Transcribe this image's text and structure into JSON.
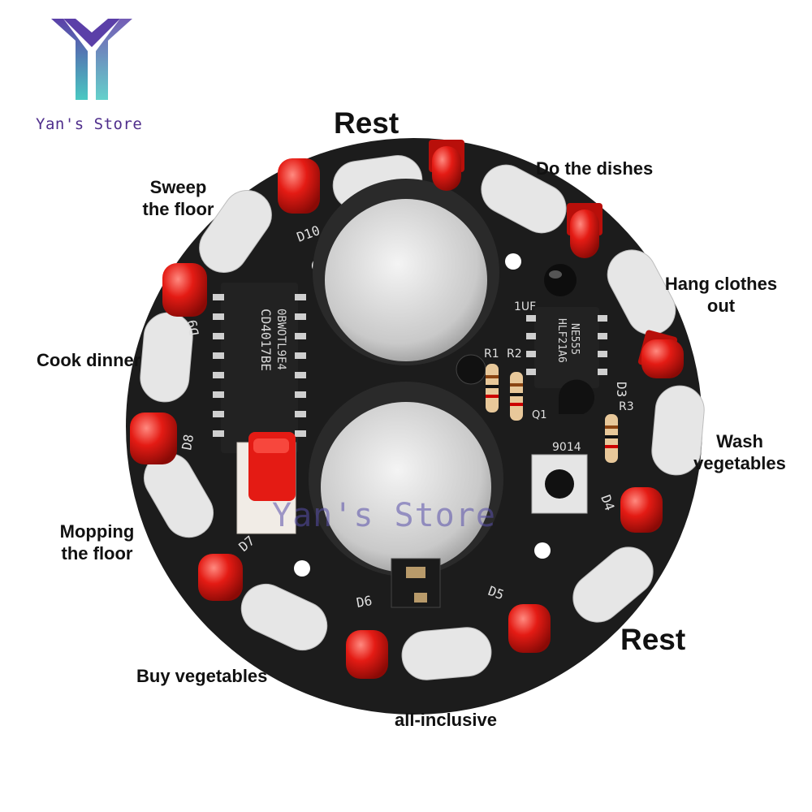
{
  "brand": {
    "store_name": "Yan's Store",
    "logo_icon": "y-shaped-logo-icon",
    "colors": {
      "logo_purple": "#5b3fa8",
      "logo_teal": "#49c9c2"
    }
  },
  "board": {
    "chip_1_marking": [
      "0BWOTL9E4",
      "CD4017BE"
    ],
    "chip_2_marking": [
      "NE555",
      "HLF21A6"
    ],
    "capacitor_label": "1UF",
    "transistor_label": "9014",
    "resistor_labels": [
      "R1",
      "R2",
      "R3",
      "Q1"
    ],
    "led_labels": [
      "D4",
      "D5",
      "D6",
      "D7",
      "D8",
      "D9",
      "D10",
      "D3"
    ],
    "led_color": "#e41b14",
    "pcb_color": "#1c1c1c"
  },
  "labels": {
    "rest_top": "Rest",
    "do_the_dishes": "Do the dishes",
    "hang_clothes_line1": "Hang clothes",
    "hang_clothes_line2": "out",
    "wash_vegetables_line1": "Wash",
    "wash_vegetables_line2": "vegetables",
    "rest_bottom": "Rest",
    "all_inclusive": "all-inclusive",
    "buy_vegetables": "Buy vegetables",
    "mopping_line1": "Mopping",
    "mopping_line2": "the floor",
    "cook_dinner": "Cook dinner",
    "sweep_line1": "Sweep",
    "sweep_line2": "the floor"
  },
  "watermark": {
    "text": "Yan's Store"
  }
}
